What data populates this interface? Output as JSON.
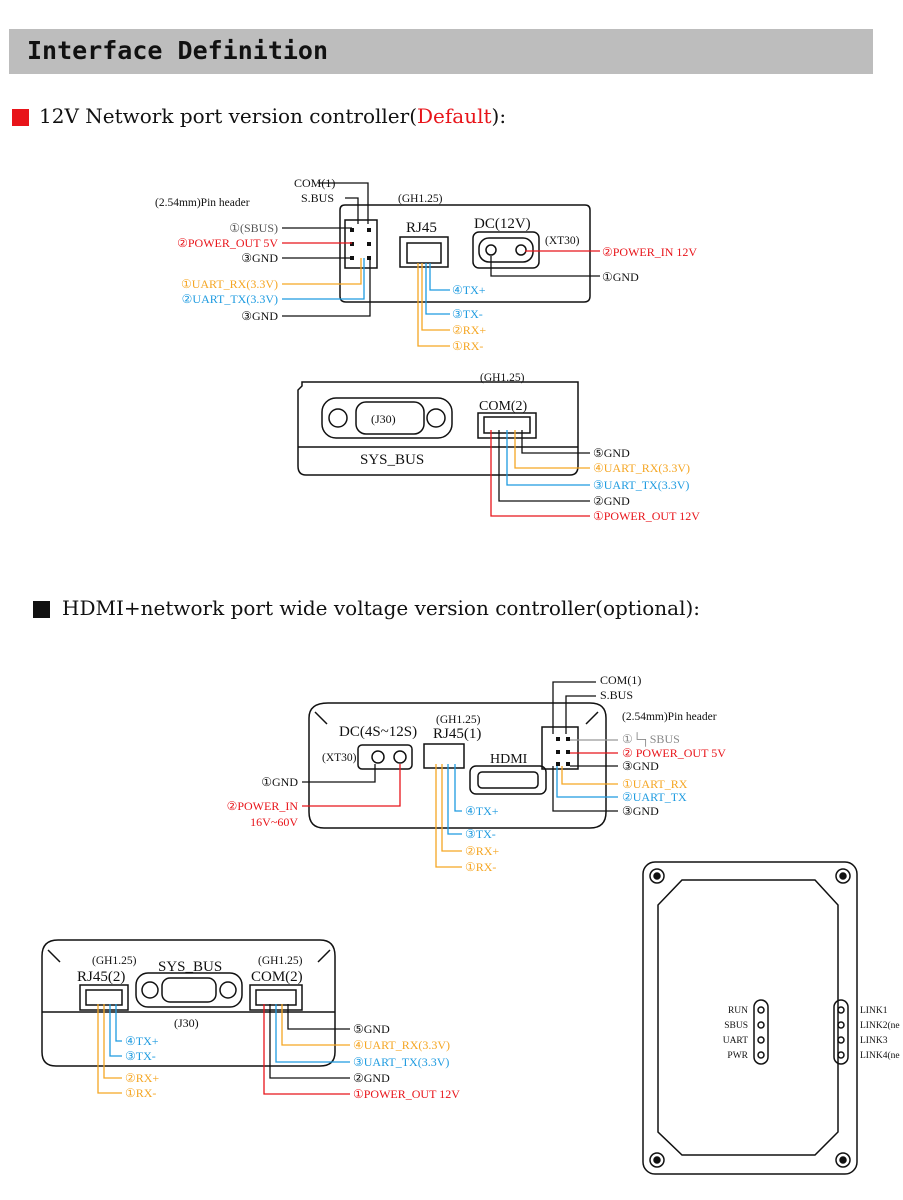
{
  "header": {
    "title": "Interface Definition"
  },
  "section1": {
    "prefix": "12V Network port version controller(",
    "highlight": "Default",
    "suffix": "):",
    "square_color": "#e8141a",
    "highlight_color": "#e8141a"
  },
  "section2": {
    "title": "HDMI+network port wide voltage version controller(optional):",
    "square_color": "#111111"
  },
  "colors": {
    "red": "#e8141a",
    "orange": "#f5a623",
    "blue": "#1e9be0",
    "black": "#111111"
  },
  "d1": {
    "com1": "COM(1)",
    "sbus": "S.BUS",
    "pin_header": "(2.54mm)Pin header",
    "gh": "(GH1.25)",
    "rj45": "RJ45",
    "dc": "DC(12V)",
    "xt30": "(XT30)",
    "left_pins": [
      "①(SBUS)",
      "②POWER_OUT 5V",
      "③GND",
      "①UART_RX(3.3V)",
      "②UART_TX(3.3V)",
      "③GND"
    ],
    "rj_pins": [
      "④TX+",
      "③TX-",
      "②RX+",
      "①RX-"
    ],
    "power_in": "②POWER_IN 12V",
    "gnd": "①GND"
  },
  "d2": {
    "gh": "(GH1.25)",
    "com2": "COM(2)",
    "j30": "(J30)",
    "sysbus": "SYS_BUS",
    "pins": [
      "⑤GND",
      "④UART_RX(3.3V)",
      "③UART_TX(3.3V)",
      "②GND",
      "①POWER_OUT 12V"
    ]
  },
  "d3": {
    "com1": "COM(1)",
    "sbus": "S.BUS",
    "pin_header": "(2.54mm)Pin header",
    "gh": "(GH1.25)",
    "dc": "DC(4S~12S)",
    "rj45": "RJ45(1)",
    "xt30": "(XT30)",
    "hdmi": "HDMI",
    "gnd": "①GND",
    "power_in": "②POWER_IN",
    "power_in_range": "16V~60V",
    "right_pins": [
      "①└┐SBUS",
      "② POWER_OUT 5V",
      "③GND",
      "①UART_RX",
      "②UART_TX",
      "③GND"
    ],
    "rj_pins": [
      "④TX+",
      "③TX-",
      "②RX+",
      "①RX-"
    ]
  },
  "d4": {
    "gh_left": "(GH1.25)",
    "gh_right": "(GH1.25)",
    "rj45": "RJ45(2)",
    "sysbus": "SYS_BUS",
    "com2": "COM(2)",
    "j30": "(J30)",
    "rj_pins": [
      "④TX+",
      "③TX-",
      "②RX+",
      "①RX-"
    ],
    "com_pins": [
      "⑤GND",
      "④UART_RX(3.3V)",
      "③UART_TX(3.3V)",
      "②GND",
      "①POWER_OUT 12V"
    ]
  },
  "d5": {
    "leds_left": [
      "RUN",
      "SBUS",
      "UART",
      "PWR"
    ],
    "leds_right": [
      "LINK1",
      "LINK2(ne",
      "LINK3",
      "LINK4(ne"
    ]
  }
}
